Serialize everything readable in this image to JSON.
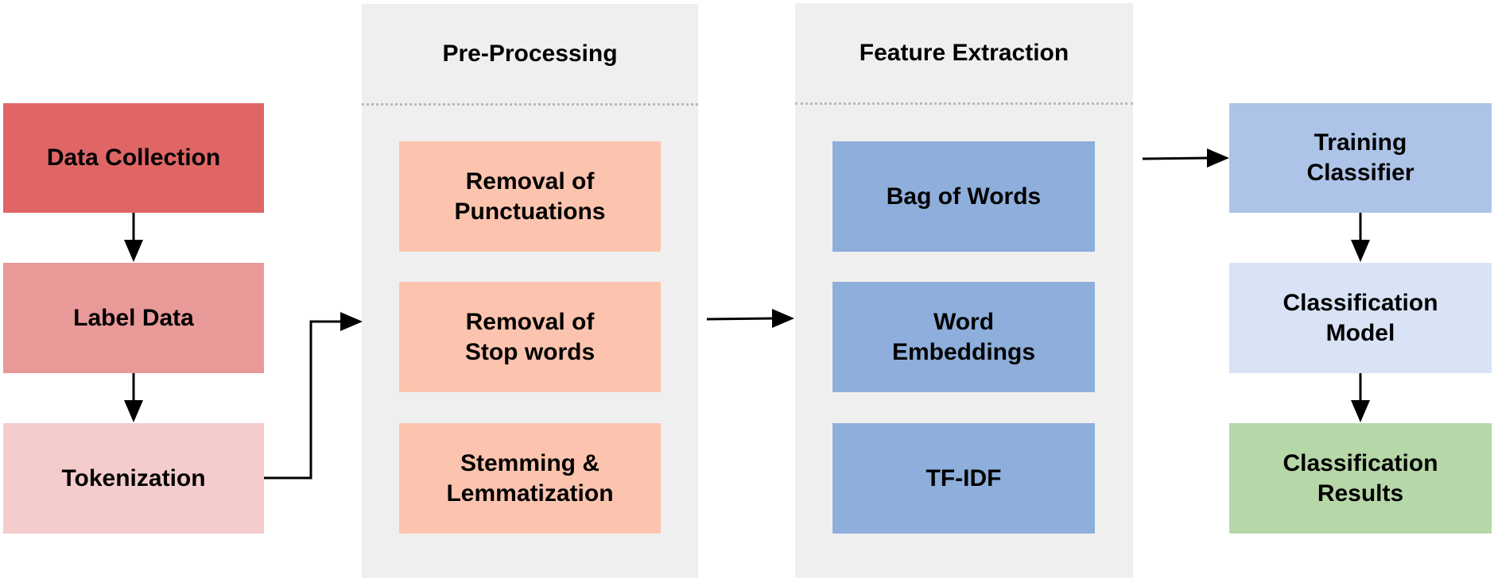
{
  "diagram": {
    "left_column": {
      "data_collection": {
        "label": "Data Collection",
        "color": "#e06666"
      },
      "label_data": {
        "label": "Label Data",
        "color": "#ea9999"
      },
      "tokenization": {
        "label": "Tokenization",
        "color": "#f4cccc"
      }
    },
    "preprocessing": {
      "title": "Pre-Processing",
      "items": [
        {
          "label": "Removal of\nPunctuations",
          "color": "#fcc4ae"
        },
        {
          "label": "Removal of\nStop words",
          "color": "#fcc4ae"
        },
        {
          "label": "Stemming &\nLemmatization",
          "color": "#fcc4ae"
        }
      ]
    },
    "feature_extraction": {
      "title": "Feature Extraction",
      "items": [
        {
          "label": "Bag of Words",
          "color": "#8eaedb"
        },
        {
          "label": "Word\nEmbeddings",
          "color": "#8eaedb"
        },
        {
          "label": "TF-IDF",
          "color": "#8eaedb"
        }
      ]
    },
    "right_column": {
      "training": {
        "label": "Training\nClassifier",
        "color": "#adc4e8"
      },
      "model": {
        "label": "Classification\nModel",
        "color": "#d8e3f5"
      },
      "results": {
        "label": "Classification\nResults",
        "color": "#b6d7a8"
      }
    }
  }
}
